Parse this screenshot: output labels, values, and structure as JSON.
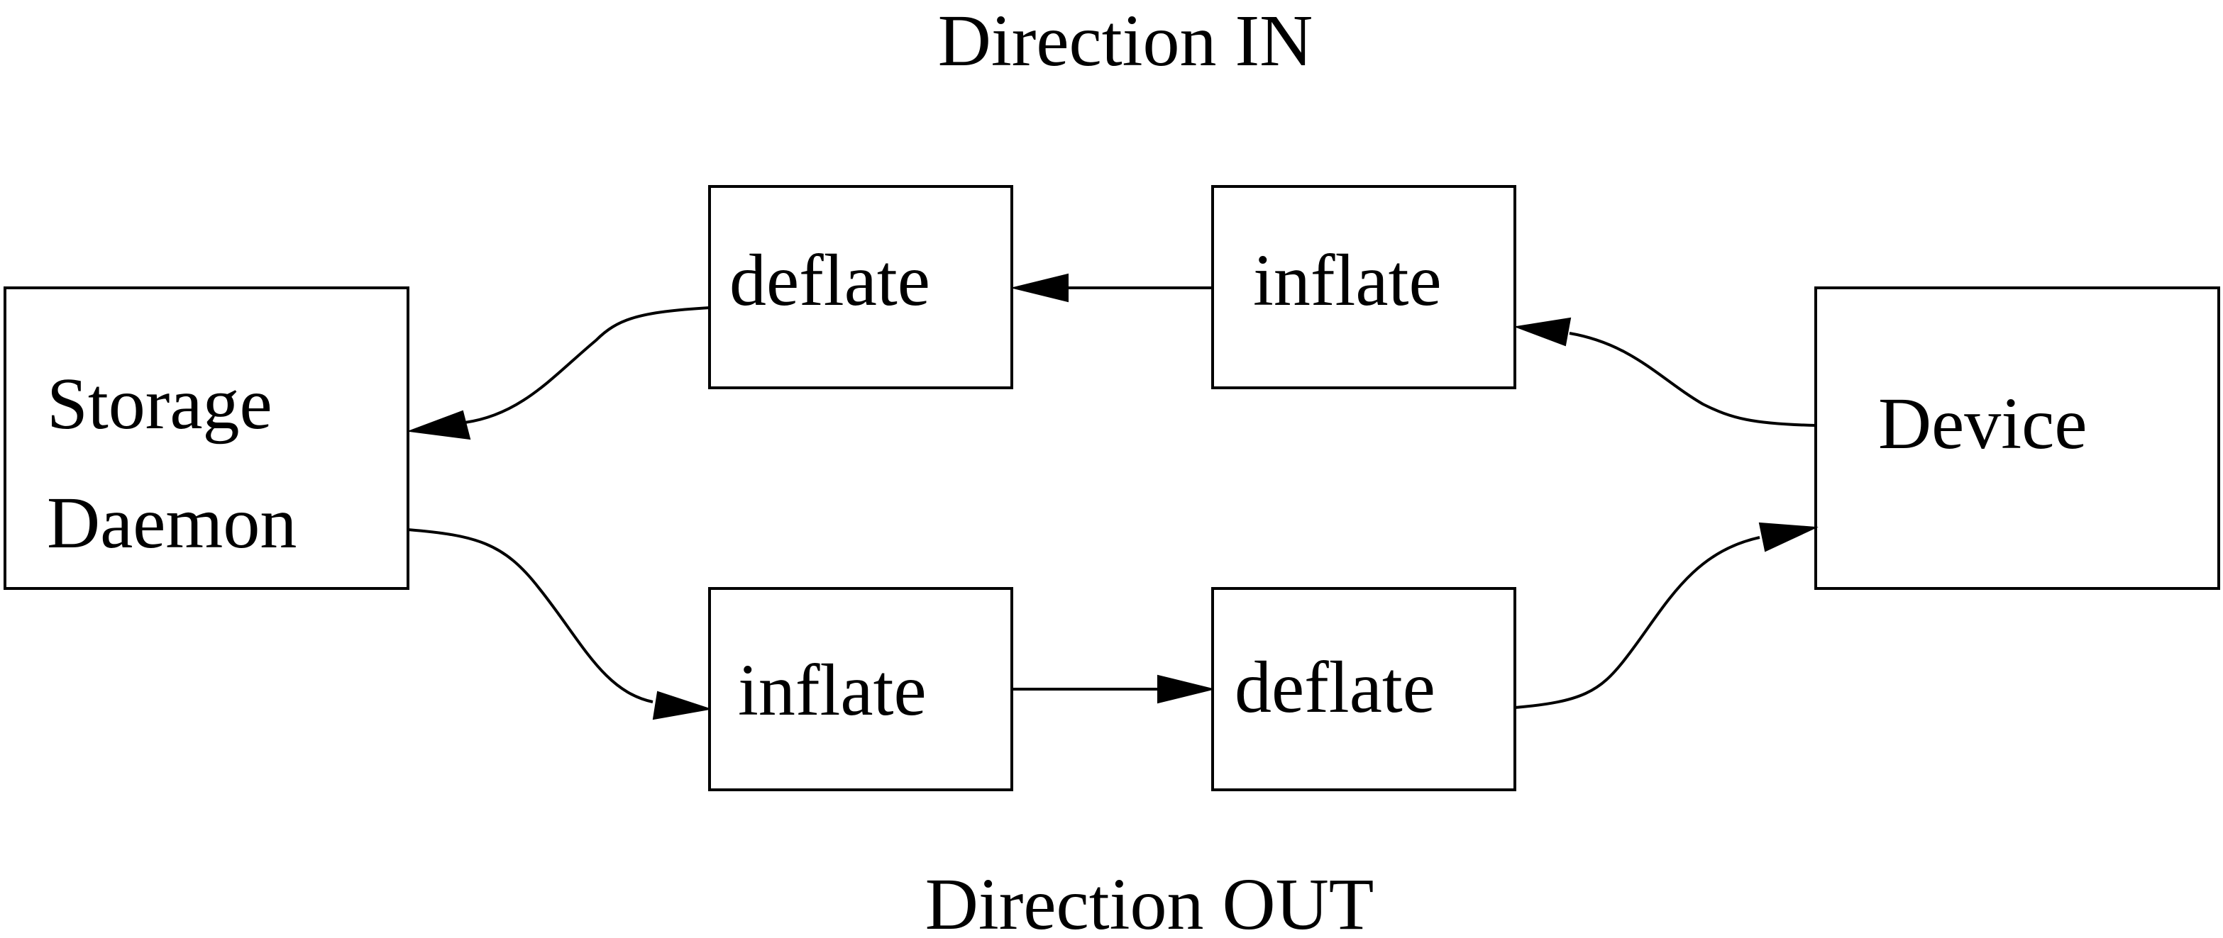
{
  "headings": {
    "top": "Direction IN",
    "bottom": "Direction OUT"
  },
  "nodes": {
    "storage_daemon": {
      "line1": "Storage",
      "line2": "Daemon"
    },
    "device": "Device",
    "in_deflate": "deflate",
    "in_inflate": "inflate",
    "out_inflate": "inflate",
    "out_deflate": "deflate"
  },
  "edges": [
    {
      "from": "device",
      "to": "in_inflate"
    },
    {
      "from": "in_inflate",
      "to": "in_deflate"
    },
    {
      "from": "in_deflate",
      "to": "storage_daemon"
    },
    {
      "from": "storage_daemon",
      "to": "out_inflate"
    },
    {
      "from": "out_inflate",
      "to": "out_deflate"
    },
    {
      "from": "out_deflate",
      "to": "device"
    }
  ],
  "colors": {
    "stroke": "#000000",
    "background": "#ffffff"
  }
}
